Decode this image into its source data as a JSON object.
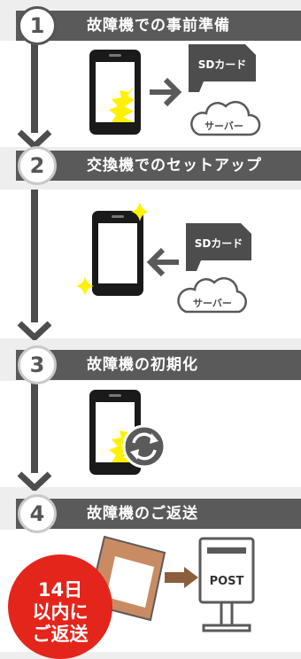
{
  "steps": [
    {
      "number": "1",
      "title": "故障機での事前準備"
    },
    {
      "number": "2",
      "title": "交換機でのセットアップ"
    },
    {
      "number": "3",
      "title": "故障機の初期化"
    },
    {
      "number": "4",
      "title": "故障機のご返送"
    }
  ],
  "labels": {
    "sd_card": "SDカード",
    "server": "サーバー",
    "post": "POST"
  },
  "badge": {
    "line1": "14日",
    "line2": "以内に",
    "line3": "ご返送"
  },
  "colors": {
    "band": "#5a5a5a",
    "flow_arrow": "#4d4d4d",
    "flash": "#fff200",
    "parcel": "#c98c62",
    "badge": "#e4251b"
  }
}
